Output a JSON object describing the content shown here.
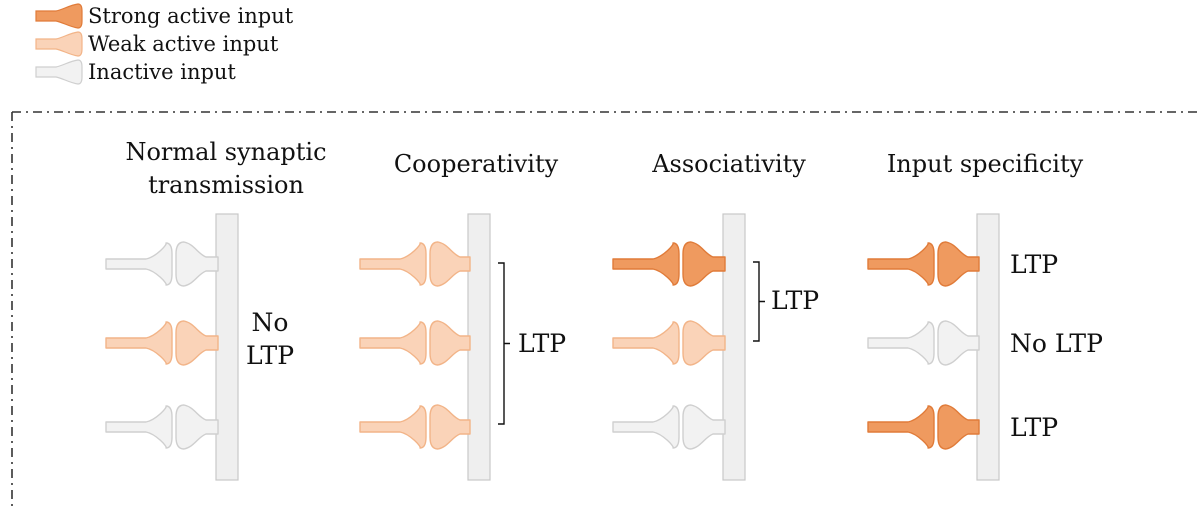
{
  "legend": [
    {
      "label": "Strong active input",
      "state": "strong"
    },
    {
      "label": "Weak active input",
      "state": "weak"
    },
    {
      "label": "Inactive input",
      "state": "inactive"
    }
  ],
  "colors": {
    "strong_fill": "#ef9a5f",
    "strong_stroke": "#e07b39",
    "weak_fill": "#fad3b8",
    "weak_stroke": "#f2b488",
    "inactive_fill": "#f2f2f2",
    "inactive_stroke": "#cfcfcf",
    "dendrite_fill": "#efefef",
    "dendrite_stroke": "#c8c8c8",
    "frame_stroke": "#333333",
    "bracket_stroke": "#111111"
  },
  "panels": [
    {
      "title_lines": [
        "Normal synaptic",
        "transmission"
      ],
      "inputs": [
        "inactive",
        "weak",
        "inactive"
      ],
      "outcome_lines": [
        "No",
        "LTP"
      ]
    },
    {
      "title_lines": [
        "Cooperativity"
      ],
      "inputs": [
        "weak",
        "weak",
        "weak"
      ],
      "outcome_lines": [
        "LTP"
      ]
    },
    {
      "title_lines": [
        "Associativity"
      ],
      "inputs": [
        "strong",
        "weak",
        "inactive"
      ],
      "outcome_lines": [
        "LTP"
      ]
    },
    {
      "title_lines": [
        "Input specificity"
      ],
      "inputs": [
        "strong",
        "inactive",
        "strong"
      ],
      "row_labels": [
        "LTP",
        "No LTP",
        "LTP"
      ]
    }
  ]
}
